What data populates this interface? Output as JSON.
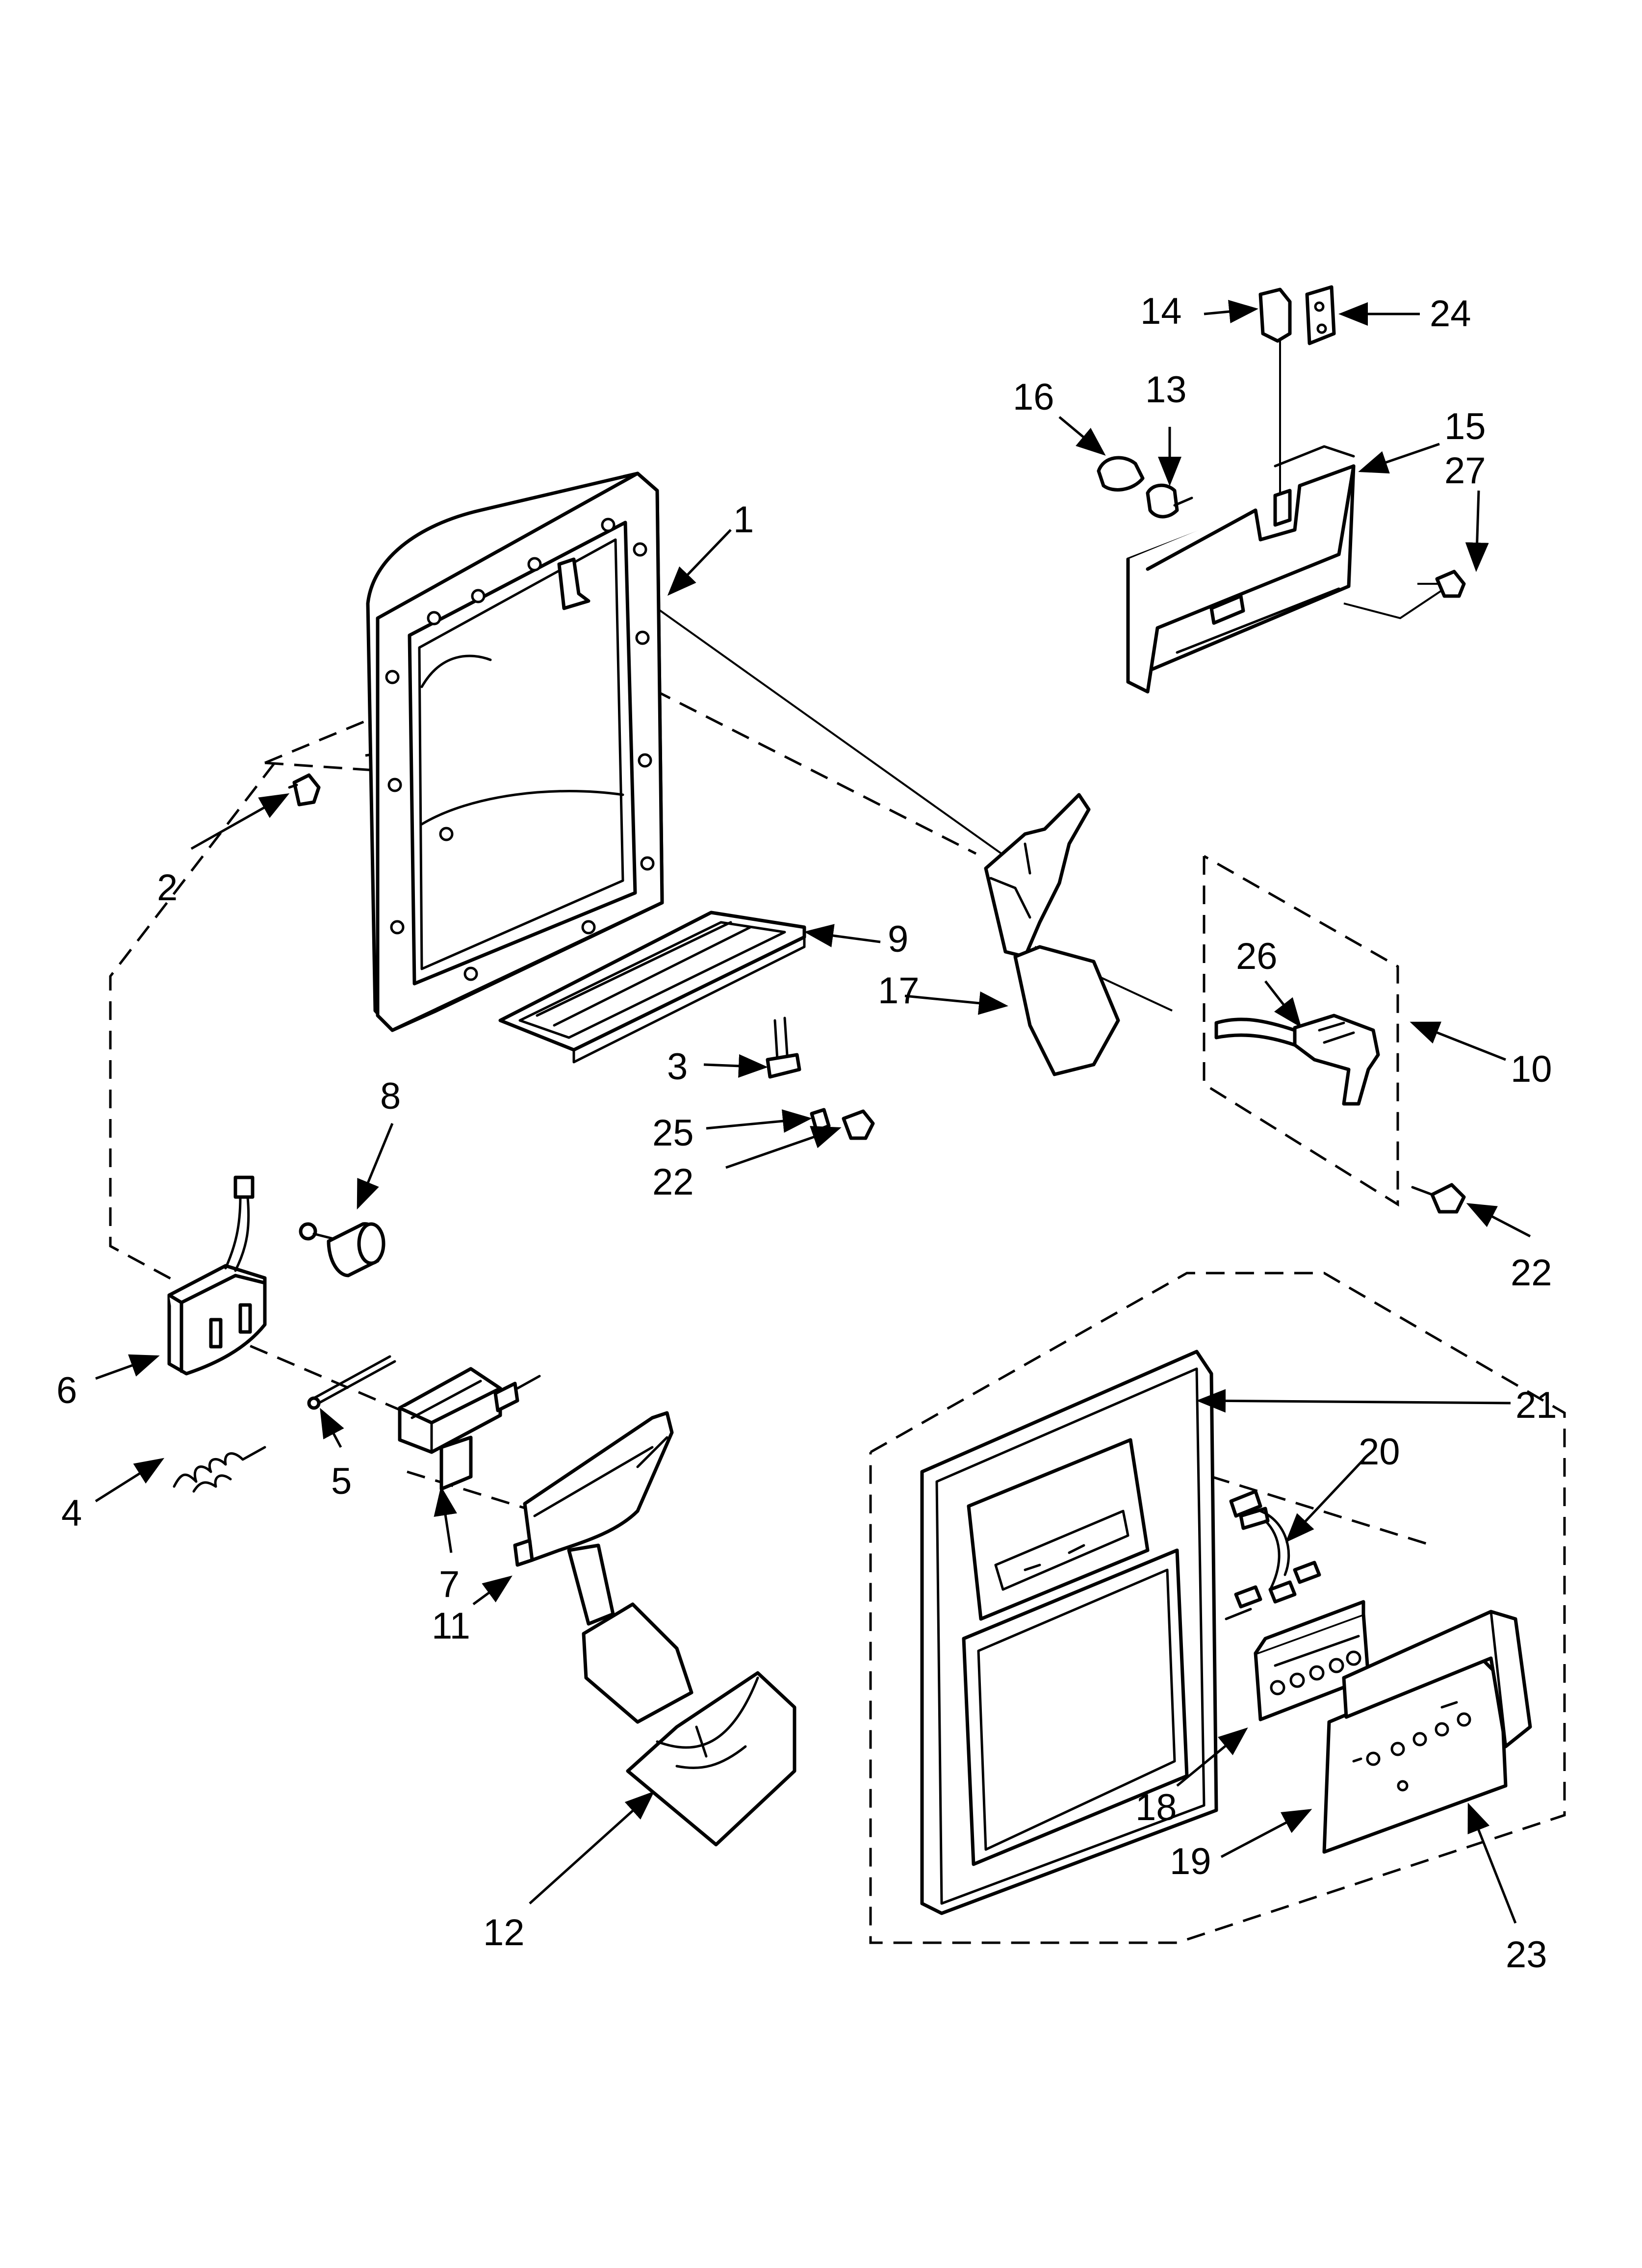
{
  "diagram": {
    "callouts": [
      {
        "id": "1",
        "text": "1"
      },
      {
        "id": "2",
        "text": "2"
      },
      {
        "id": "3",
        "text": "3"
      },
      {
        "id": "4",
        "text": "4"
      },
      {
        "id": "5",
        "text": "5"
      },
      {
        "id": "6",
        "text": "6"
      },
      {
        "id": "7",
        "text": "7"
      },
      {
        "id": "8",
        "text": "8"
      },
      {
        "id": "9",
        "text": "9"
      },
      {
        "id": "10",
        "text": "10"
      },
      {
        "id": "11",
        "text": "11"
      },
      {
        "id": "12",
        "text": "12"
      },
      {
        "id": "13",
        "text": "13"
      },
      {
        "id": "14",
        "text": "14"
      },
      {
        "id": "15",
        "text": "15"
      },
      {
        "id": "16",
        "text": "16"
      },
      {
        "id": "17",
        "text": "17"
      },
      {
        "id": "18",
        "text": "18"
      },
      {
        "id": "19",
        "text": "19"
      },
      {
        "id": "20",
        "text": "20"
      },
      {
        "id": "21",
        "text": "21"
      },
      {
        "id": "22a",
        "text": "22"
      },
      {
        "id": "22b",
        "text": "22"
      },
      {
        "id": "23",
        "text": "23"
      },
      {
        "id": "24",
        "text": "24"
      },
      {
        "id": "25",
        "text": "25"
      },
      {
        "id": "26",
        "text": "26"
      },
      {
        "id": "27",
        "text": "27"
      }
    ]
  }
}
